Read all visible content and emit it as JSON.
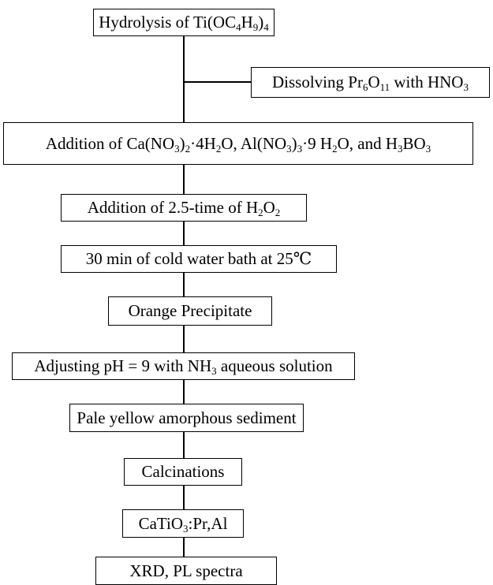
{
  "flowchart": {
    "steps": [
      {
        "id": "hydrolysis",
        "parts": [
          [
            "t",
            "Hydrolysis of Ti(OC"
          ],
          [
            "s",
            "4"
          ],
          [
            "t",
            "H"
          ],
          [
            "s",
            "9"
          ],
          [
            "t",
            ")"
          ],
          [
            "s",
            "4"
          ]
        ]
      },
      {
        "id": "dissolving",
        "parts": [
          [
            "t",
            "Dissolving Pr"
          ],
          [
            "s",
            "6"
          ],
          [
            "t",
            "O"
          ],
          [
            "s",
            "11"
          ],
          [
            "t",
            " with HNO"
          ],
          [
            "s",
            "3"
          ]
        ]
      },
      {
        "id": "addition-salts",
        "parts": [
          [
            "t",
            "Addition of Ca(NO"
          ],
          [
            "s",
            "3"
          ],
          [
            "t",
            ")"
          ],
          [
            "s",
            "2"
          ],
          [
            "t",
            "·4H"
          ],
          [
            "s",
            "2"
          ],
          [
            "t",
            "O, Al(NO"
          ],
          [
            "s",
            "3"
          ],
          [
            "t",
            ")"
          ],
          [
            "s",
            "3"
          ],
          [
            "t",
            "·9 H"
          ],
          [
            "s",
            "2"
          ],
          [
            "t",
            "O, and H"
          ],
          [
            "s",
            "3"
          ],
          [
            "t",
            "BO"
          ],
          [
            "s",
            "3"
          ]
        ]
      },
      {
        "id": "addition-h2o2",
        "parts": [
          [
            "t",
            "Addition of 2.5-time of H"
          ],
          [
            "s",
            "2"
          ],
          [
            "t",
            "O"
          ],
          [
            "s",
            "2"
          ]
        ]
      },
      {
        "id": "cold-bath",
        "parts": [
          [
            "t",
            "30 min of cold water bath at 25℃"
          ]
        ]
      },
      {
        "id": "orange-precipitate",
        "parts": [
          [
            "t",
            "Orange Precipitate"
          ]
        ]
      },
      {
        "id": "adjusting-ph",
        "parts": [
          [
            "t",
            "Adjusting pH = 9 with NH"
          ],
          [
            "s",
            "3"
          ],
          [
            "t",
            " aqueous solution"
          ]
        ]
      },
      {
        "id": "pale-yellow-sediment",
        "parts": [
          [
            "t",
            "Pale yellow amorphous sediment"
          ]
        ]
      },
      {
        "id": "calcinations",
        "parts": [
          [
            "t",
            "Calcinations"
          ]
        ]
      },
      {
        "id": "product",
        "parts": [
          [
            "t",
            "CaTiO"
          ],
          [
            "s",
            "3"
          ],
          [
            "t",
            ":Pr,Al"
          ]
        ]
      },
      {
        "id": "characterization",
        "parts": [
          [
            "t",
            "XRD, PL spectra"
          ]
        ]
      }
    ]
  }
}
